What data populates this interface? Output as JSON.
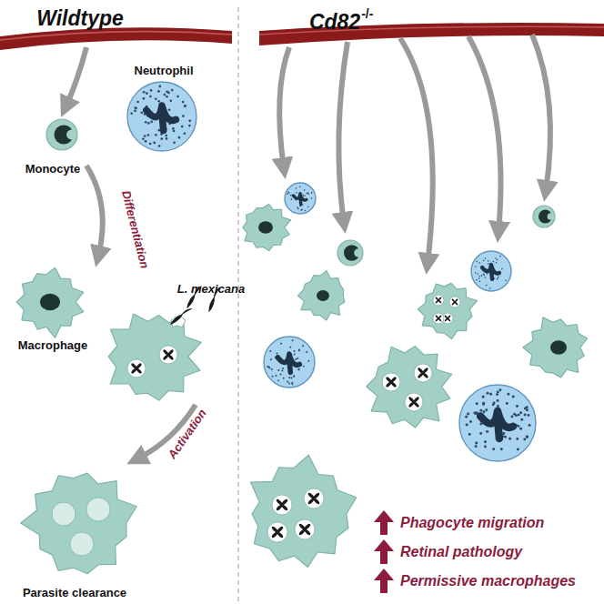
{
  "diagram": {
    "labels": [
      "Wildtype",
      "Cd82",
      "-/-",
      "Neutrophil",
      "Monocyte",
      "Differentiation",
      "Macrophage",
      "L. mexicana",
      "Activation",
      "Parasite clearance",
      "Phagocyte migration",
      "Retinal pathology",
      "Permissive macrophages"
    ]
  }
}
